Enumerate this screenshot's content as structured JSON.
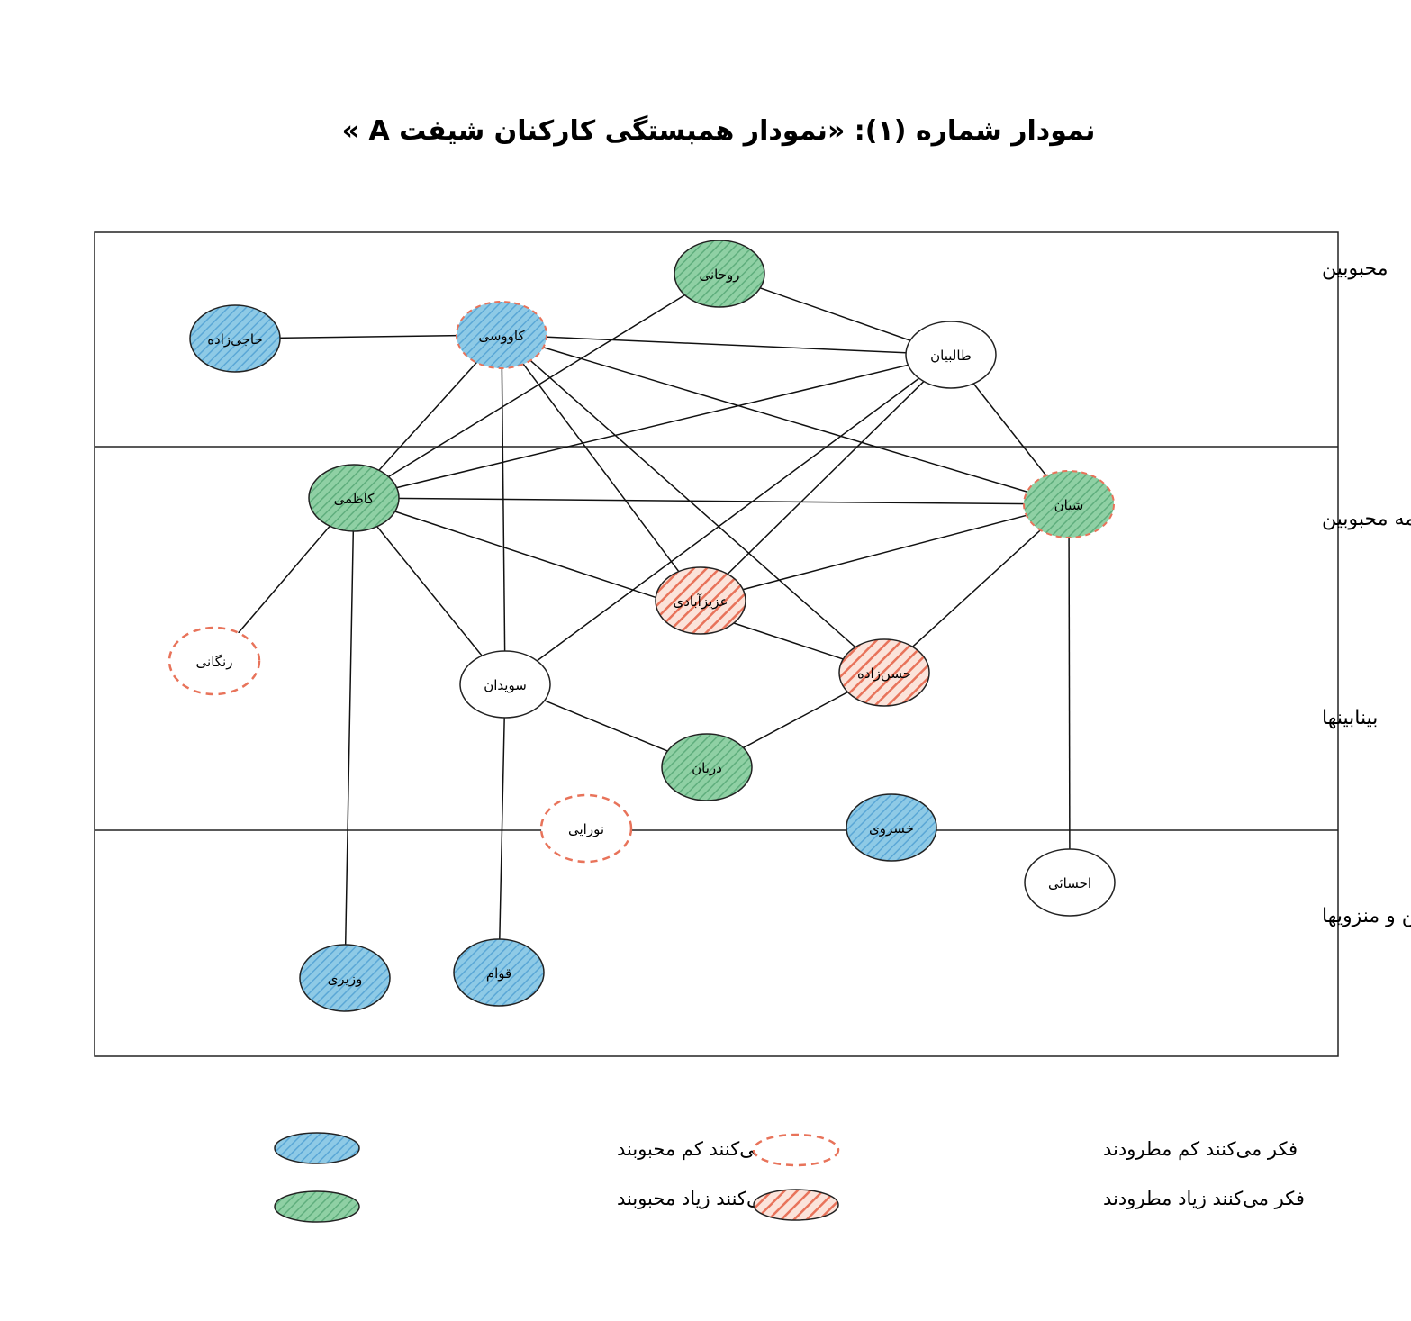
{
  "title": "نمودار شماره (۱): «نمودار همبستگی کارکنان شیفت A »",
  "zones": [
    {
      "id": "z1",
      "label": "محبوبین"
    },
    {
      "id": "z2",
      "label": "نیمه محبوبین"
    },
    {
      "id": "z3",
      "label": "بینابینها"
    },
    {
      "id": "z4",
      "label": "مطرودین و منزویها"
    }
  ],
  "styles": {
    "blue": {
      "fill": "#8ecae6",
      "stripe": "#5aa7d6",
      "stroke": "#222222"
    },
    "green": {
      "fill": "#8fd0a4",
      "stripe": "#5fae7d",
      "stroke": "#222222"
    },
    "red_hatched": {
      "fill": "#f6c6b6",
      "stripe": "#e8735a",
      "stroke": "#222222"
    },
    "red_dashed": {
      "stroke": "#e8735a"
    },
    "plain": {
      "fill": "#ffffff",
      "stroke": "#222222"
    }
  },
  "nodes": [
    {
      "id": "rouhani",
      "label": "روحانی",
      "style": "green"
    },
    {
      "id": "hajizadeh",
      "label": "حاجی‌زاده",
      "style": "blue"
    },
    {
      "id": "kavousi",
      "label": "کاووسی",
      "style": "blue",
      "dashed": true
    },
    {
      "id": "talebian",
      "label": "طالبیان",
      "style": "plain"
    },
    {
      "id": "kazemi",
      "label": "کاظمی",
      "style": "green"
    },
    {
      "id": "shayan",
      "label": "شیان",
      "style": "green",
      "dashed": true
    },
    {
      "id": "azizabadi",
      "label": "عزیزآبادی",
      "style": "red_hatched"
    },
    {
      "id": "rangani",
      "label": "رنگانی",
      "style": "red_dashed"
    },
    {
      "id": "soveidan",
      "label": "سویدان",
      "style": "plain"
    },
    {
      "id": "hasanzadeh",
      "label": "حسن‌زاده",
      "style": "red_hatched"
    },
    {
      "id": "daryan",
      "label": "دریان",
      "style": "green"
    },
    {
      "id": "nouraei",
      "label": "نورایی",
      "style": "red_dashed"
    },
    {
      "id": "khosravi",
      "label": "خسروی",
      "style": "blue"
    },
    {
      "id": "ehsaei",
      "label": "احسائی",
      "style": "plain"
    },
    {
      "id": "vaziri",
      "label": "وزیری",
      "style": "blue"
    },
    {
      "id": "ghavam",
      "label": "قوام",
      "style": "blue"
    }
  ],
  "edges": [
    [
      "hajizadeh",
      "kavousi"
    ],
    [
      "rouhani",
      "talebian"
    ],
    [
      "rouhani",
      "kazemi"
    ],
    [
      "kavousi",
      "talebian"
    ],
    [
      "kavousi",
      "kazemi"
    ],
    [
      "kavousi",
      "soveidan"
    ],
    [
      "kavousi",
      "azizabadi"
    ],
    [
      "kavousi",
      "hasanzadeh"
    ],
    [
      "kavousi",
      "shayan"
    ],
    [
      "talebian",
      "kazemi"
    ],
    [
      "talebian",
      "soveidan"
    ],
    [
      "talebian",
      "azizabadi"
    ],
    [
      "talebian",
      "shayan"
    ],
    [
      "kazemi",
      "shayan"
    ],
    [
      "kazemi",
      "hasanzadeh"
    ],
    [
      "kazemi",
      "soveidan"
    ],
    [
      "kazemi",
      "rangani"
    ],
    [
      "kazemi",
      "vaziri"
    ],
    [
      "shayan",
      "azizabadi"
    ],
    [
      "shayan",
      "hasanzadeh"
    ],
    [
      "shayan",
      "ehsaei"
    ],
    [
      "soveidan",
      "daryan"
    ],
    [
      "hasanzadeh",
      "daryan"
    ],
    [
      "soveidan",
      "ghavam"
    ]
  ],
  "legend": [
    {
      "label": "فکر می‌کنند کم محبوبند",
      "style": "blue"
    },
    {
      "label": "فکر می‌کنند زیاد محبوبند",
      "style": "green"
    },
    {
      "label": "فکر می‌کنند کم مطرودند",
      "style": "red_dashed"
    },
    {
      "label": "فکر می‌کنند زیاد مطرودند",
      "style": "red_hatched"
    }
  ]
}
